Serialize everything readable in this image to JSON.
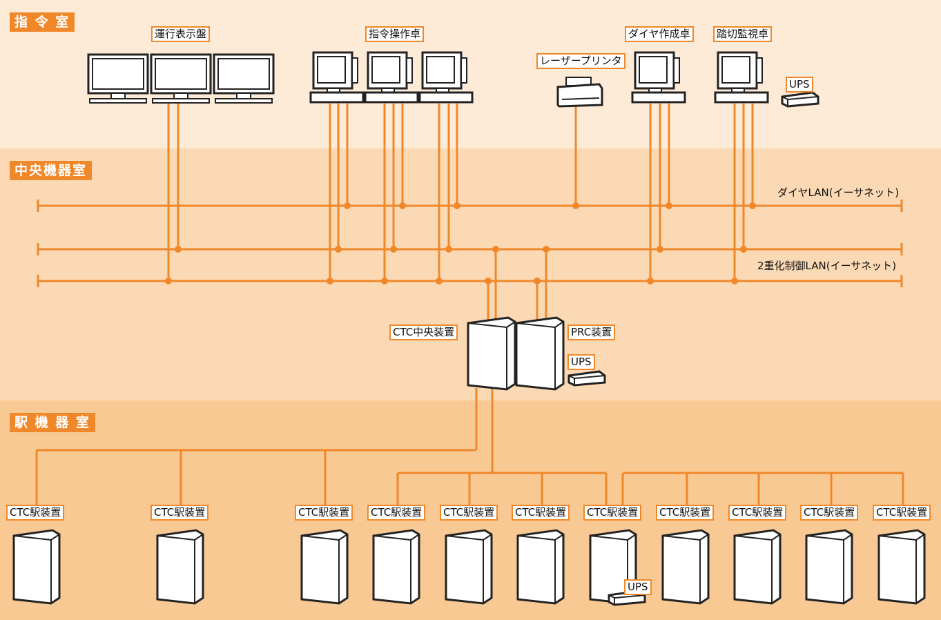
{
  "zones": {
    "command_room": "指 令 室",
    "central_room": "中央機器室",
    "station_room": "駅 機 器 室"
  },
  "devices": {
    "operation_display": "運行表示盤",
    "dispatch_console": "指令操作卓",
    "diagram_console": "ダイヤ作成卓",
    "crossing_console": "踏切監視卓",
    "laser_printer": "レーザープリンタ",
    "ups": "UPS",
    "ctc_central": "CTC中央装置",
    "prc_unit": "PRC装置",
    "ctc_station": "CTC駅装置"
  },
  "networks": {
    "diagram_lan": "ダイヤLAN(イーサネット)",
    "dual_lan": "2重化制御LAN(イーサネット)"
  },
  "colors": {
    "line": "#f0882a",
    "zone_command": "#fdebd8",
    "zone_central": "#fbd9b4",
    "zone_station": "#f9c994"
  }
}
